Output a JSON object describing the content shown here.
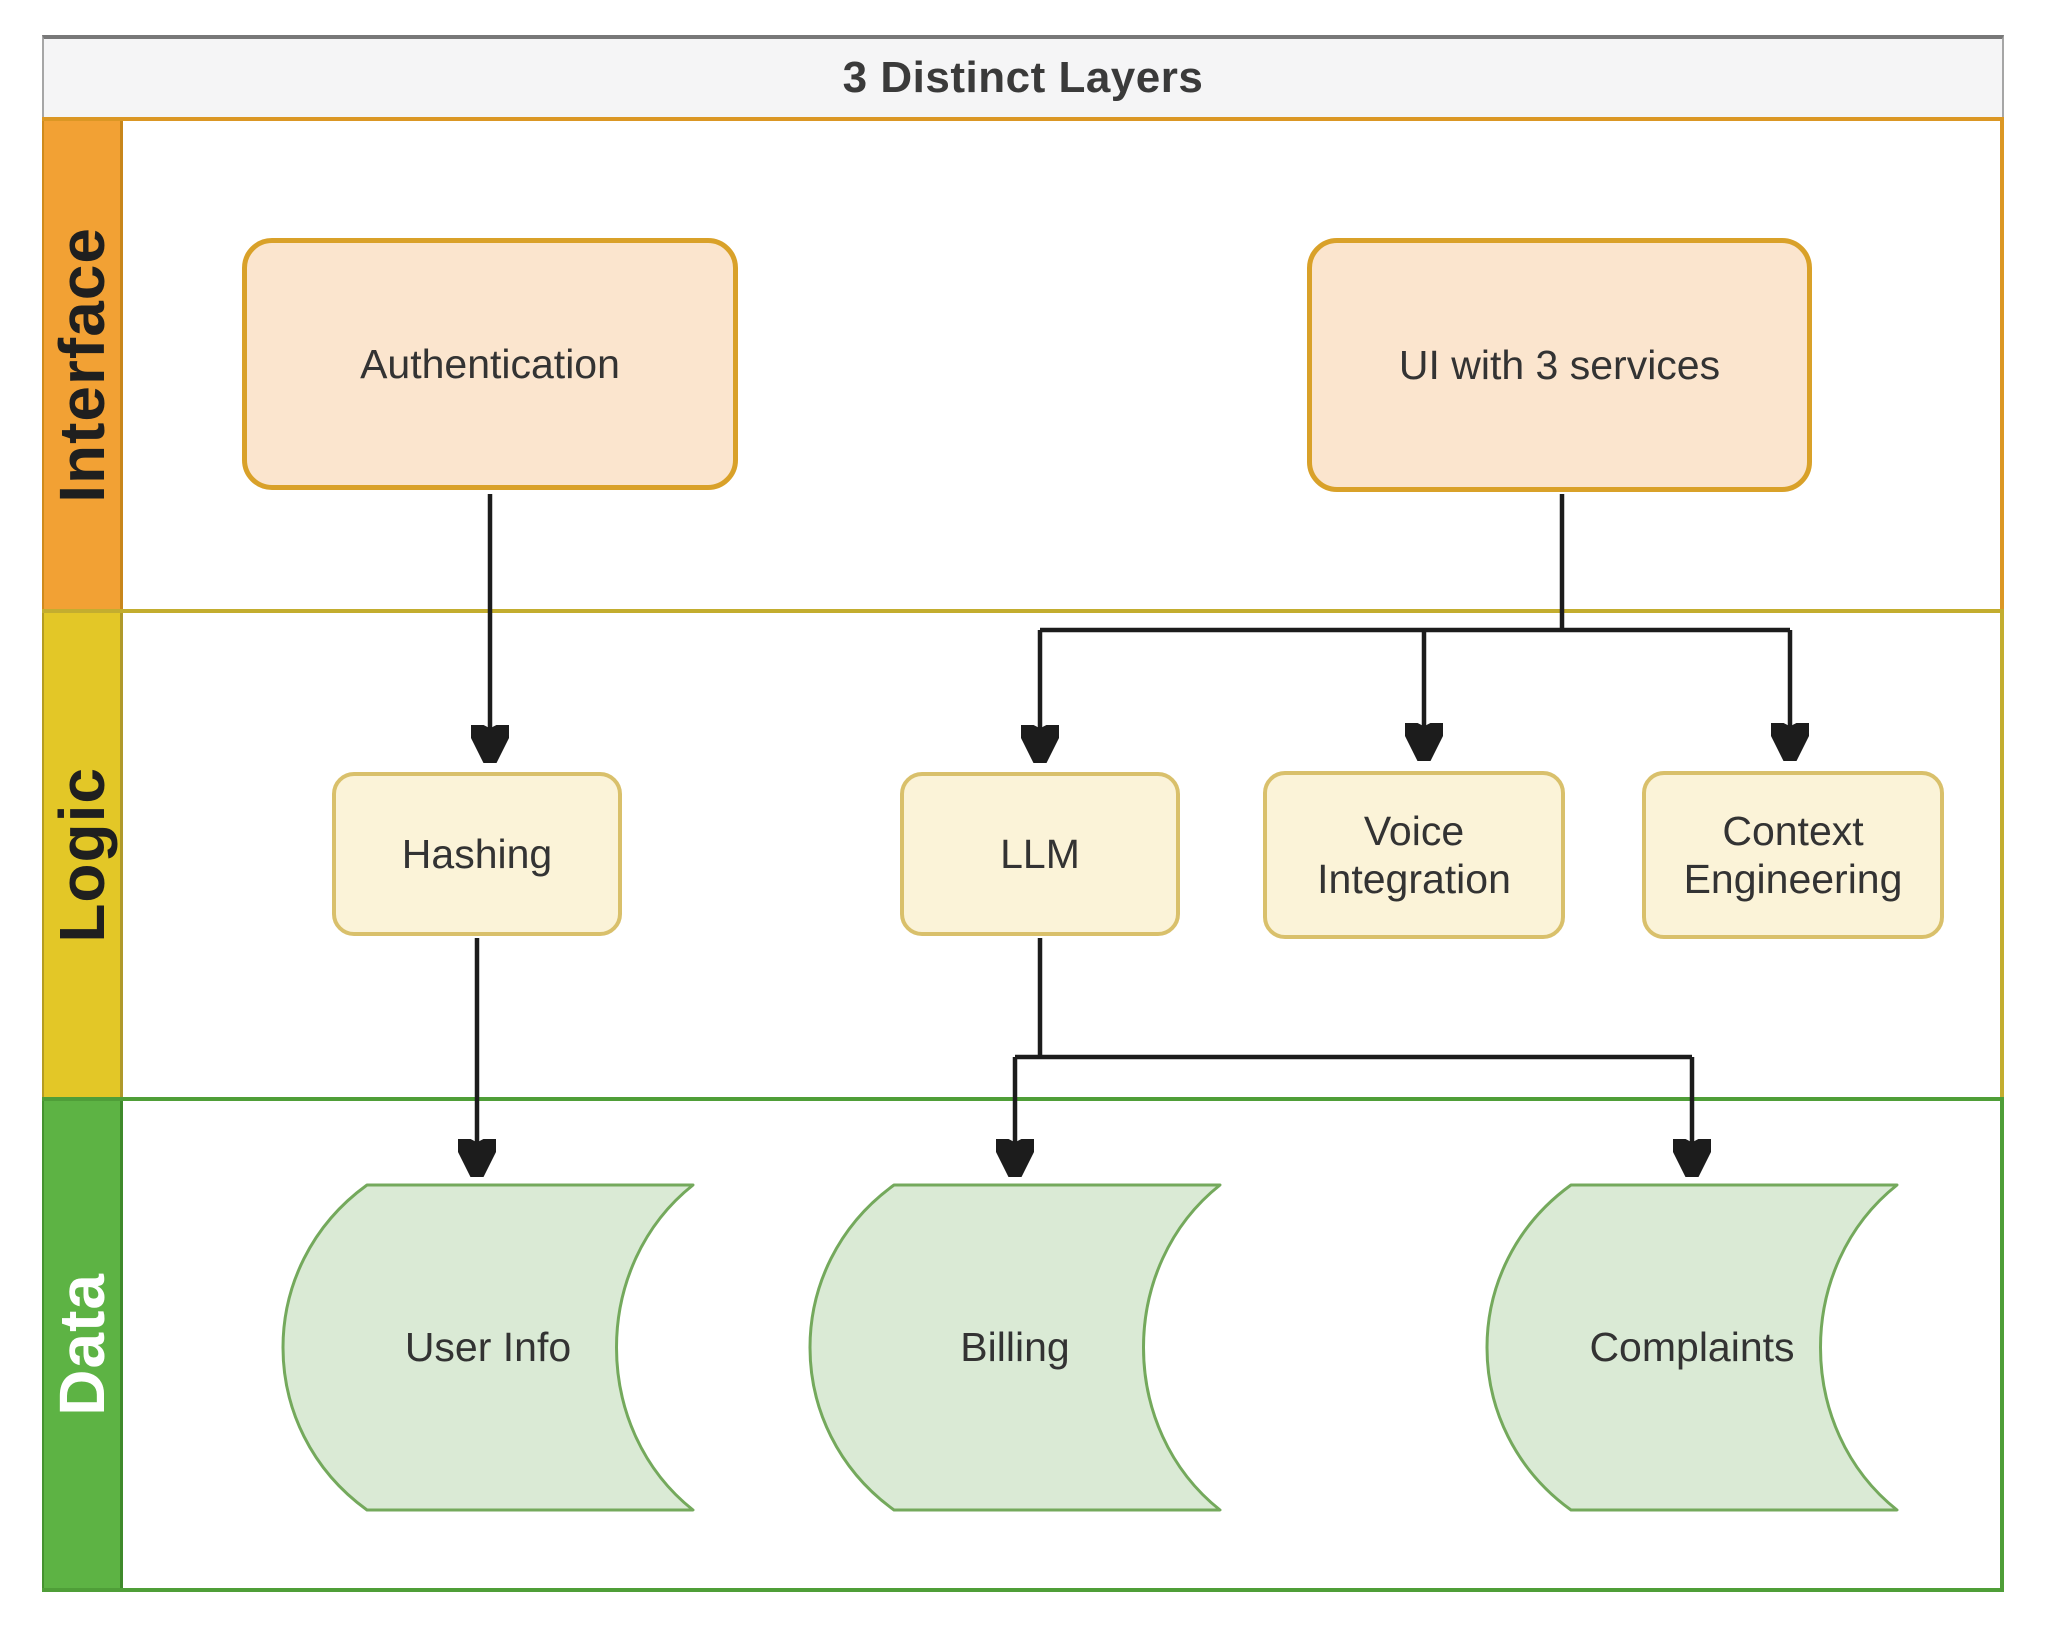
{
  "pool": {
    "title": "3 Distinct Layers"
  },
  "lanes": [
    {
      "id": "interface",
      "label": "Interface",
      "header_fill": "#F2A134",
      "line_color": "#DB9724",
      "label_text_color": "#1F1F1F"
    },
    {
      "id": "logic",
      "label": "Logic",
      "header_fill": "#E3C727",
      "line_color": "#C3AD2F",
      "label_text_color": "#1F1F1F"
    },
    {
      "id": "data",
      "label": "Data",
      "header_fill": "#5DB344",
      "line_color": "#4F9E38",
      "label_text_color": "#FFFFFF"
    }
  ],
  "nodes": [
    {
      "id": "authentication",
      "lane": "interface",
      "shape": "rounded-rectangle",
      "label": "Authentication",
      "fill": "#FBE5CE",
      "stroke": "#D9A129"
    },
    {
      "id": "ui-with-3-services",
      "lane": "interface",
      "shape": "rounded-rectangle",
      "label": "UI with 3 services",
      "fill": "#FBE5CE",
      "stroke": "#D9A129"
    },
    {
      "id": "hashing",
      "lane": "logic",
      "shape": "rounded-rectangle",
      "label": "Hashing",
      "fill": "#FBF3D8",
      "stroke": "#D9C06B"
    },
    {
      "id": "llm",
      "lane": "logic",
      "shape": "rounded-rectangle",
      "label": "LLM",
      "fill": "#FBF3D8",
      "stroke": "#D9C06B"
    },
    {
      "id": "voice-integration",
      "lane": "logic",
      "shape": "rounded-rectangle",
      "label": "Voice Integration",
      "fill": "#FBF3D8",
      "stroke": "#D9C06B"
    },
    {
      "id": "context-engineering",
      "lane": "logic",
      "shape": "rounded-rectangle",
      "label": "Context Engineering",
      "fill": "#FBF3D8",
      "stroke": "#D9C06B"
    },
    {
      "id": "user-info",
      "lane": "data",
      "shape": "stored-data",
      "label": "User Info",
      "fill": "#DAEAD5",
      "stroke": "#74A95C"
    },
    {
      "id": "billing",
      "lane": "data",
      "shape": "stored-data",
      "label": "Billing",
      "fill": "#DAEAD5",
      "stroke": "#74A95C"
    },
    {
      "id": "complaints",
      "lane": "data",
      "shape": "stored-data",
      "label": "Complaints",
      "fill": "#DAEAD5",
      "stroke": "#74A95C"
    }
  ],
  "edges": [
    {
      "from": "authentication",
      "to": "hashing"
    },
    {
      "from": "ui-with-3-services",
      "to": "llm"
    },
    {
      "from": "ui-with-3-services",
      "to": "voice-integration"
    },
    {
      "from": "ui-with-3-services",
      "to": "context-engineering"
    },
    {
      "from": "hashing",
      "to": "user-info"
    },
    {
      "from": "llm",
      "to": "billing"
    },
    {
      "from": "llm",
      "to": "complaints"
    }
  ],
  "edge_style": {
    "color": "#1C1C1C",
    "arrowhead": "solid-triangle"
  }
}
